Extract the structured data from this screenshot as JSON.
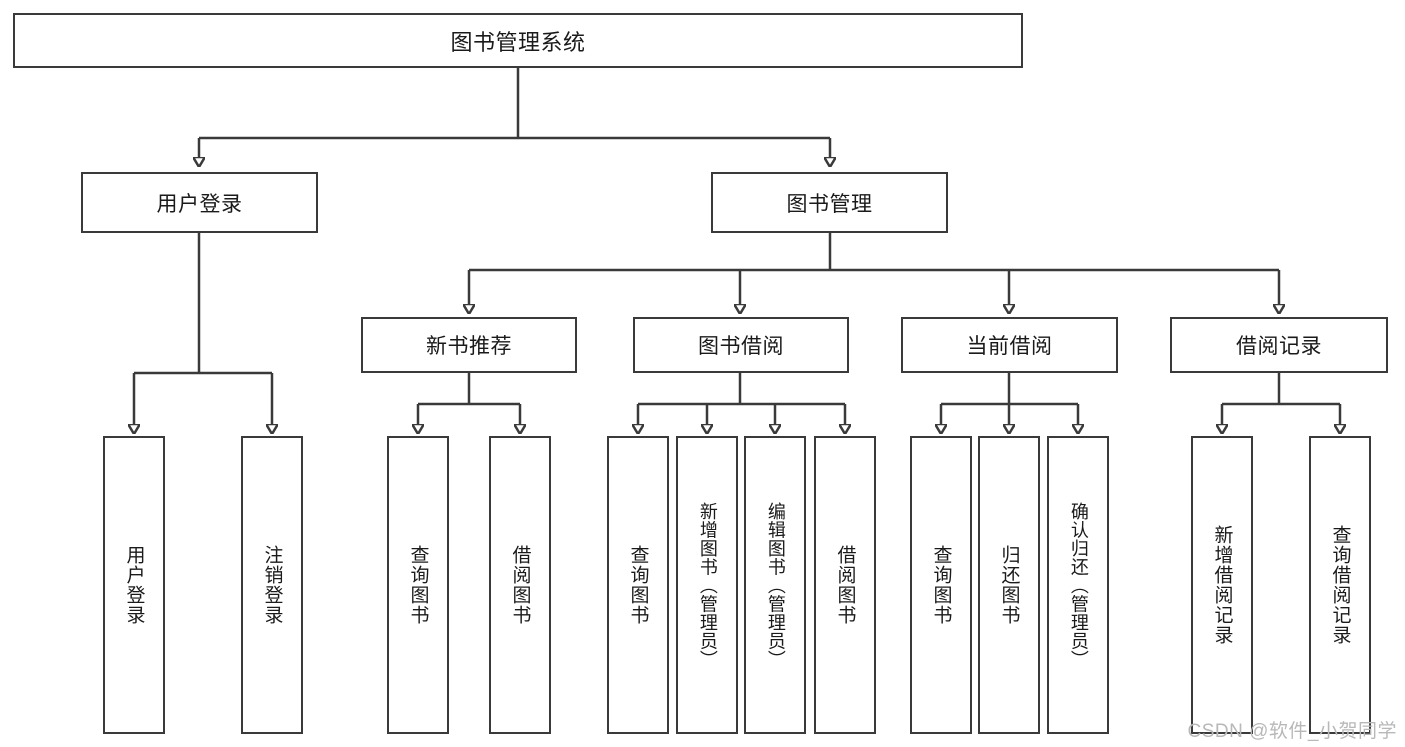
{
  "diagram": {
    "title": "图书管理系统",
    "type": "tree-hierarchy-diagram",
    "root": {
      "label": "图书管理系统"
    },
    "level2": [
      {
        "label": "用户登录"
      },
      {
        "label": "图书管理"
      }
    ],
    "level3": [
      {
        "label": "新书推荐"
      },
      {
        "label": "图书借阅"
      },
      {
        "label": "当前借阅"
      },
      {
        "label": "借阅记录"
      }
    ],
    "leaves": {
      "user_login": [
        {
          "label": "用户登录"
        },
        {
          "label": "注销登录"
        }
      ],
      "new_book_recommend": [
        {
          "label": "查询图书"
        },
        {
          "label": "借阅图书"
        }
      ],
      "book_borrow": [
        {
          "label": "查询图书"
        },
        {
          "label": "新增图书（管理员）"
        },
        {
          "label": "编辑图书（管理员）"
        },
        {
          "label": "借阅图书"
        }
      ],
      "current_borrow": [
        {
          "label": "查询图书"
        },
        {
          "label": "归还图书"
        },
        {
          "label": "确认归还（管理员）"
        }
      ],
      "borrow_record": [
        {
          "label": "新增借阅记录"
        },
        {
          "label": "查询借阅记录"
        }
      ]
    },
    "watermark": "CSDN @软件_小贺同学",
    "colors": {
      "stroke": "#3a3a3a",
      "fill": "#ffffff",
      "text": "#1a1a1a",
      "watermark": "#b8b8b8"
    }
  }
}
